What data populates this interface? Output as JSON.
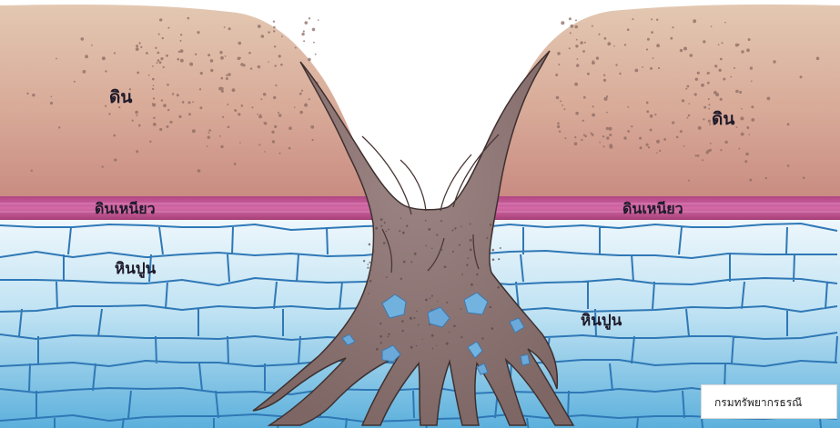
{
  "labels": {
    "soil_left": "ดิน",
    "soil_right": "ดิน",
    "clay_left": "ดินเหนียว",
    "clay_right": "ดินเหนียว",
    "limestone_left": "หินปูน",
    "limestone_right": "หินปูน"
  },
  "credit": "กรมทรัพยากรธรณี",
  "colors": {
    "soil_top": "#e2c8b2",
    "soil_bottom": "#c98c82",
    "clay": "#c85a9a",
    "limestone_top": "#eaf5fb",
    "limestone_bottom": "#5eb2dc",
    "crack_lines": "#2d75b4",
    "sinkhole_fill": "#8a706e",
    "boulders": "#67a6d6"
  }
}
